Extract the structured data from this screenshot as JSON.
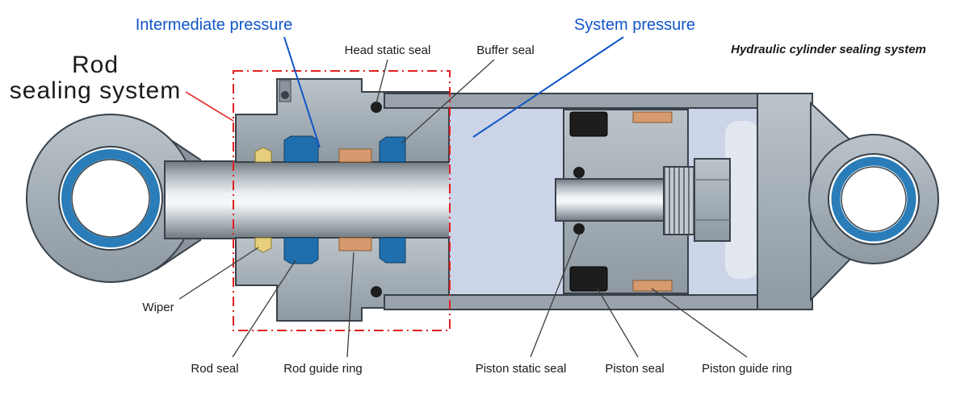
{
  "title": "Hydraulic cylinder sealing system",
  "regions": {
    "rod_sealing_system": {
      "line1": "Rod",
      "line2": "sealing system"
    },
    "intermediate_pressure": "Intermediate pressure",
    "system_pressure": "System pressure"
  },
  "parts": {
    "head_static_seal": "Head static seal",
    "buffer_seal": "Buffer seal",
    "wiper": "Wiper",
    "rod_seal": "Rod seal",
    "rod_guide_ring": "Rod guide ring",
    "piston_static_seal": "Piston static seal",
    "piston_seal": "Piston seal",
    "piston_guide_ring": "Piston guide ring"
  },
  "colors": {
    "label_blue": "#1156c8",
    "highlight_red": "#e02020",
    "seal_blue": "#1f6fae",
    "guide_ring_orange": "#d59a6e",
    "wiper_yellow": "#e6cf7d",
    "static_seal_black": "#1d1d1d",
    "metal_gray": "#a9b2ba",
    "fluid_lavender": "#ccd4e8",
    "eye_ring_blue": "#2a7db8"
  }
}
